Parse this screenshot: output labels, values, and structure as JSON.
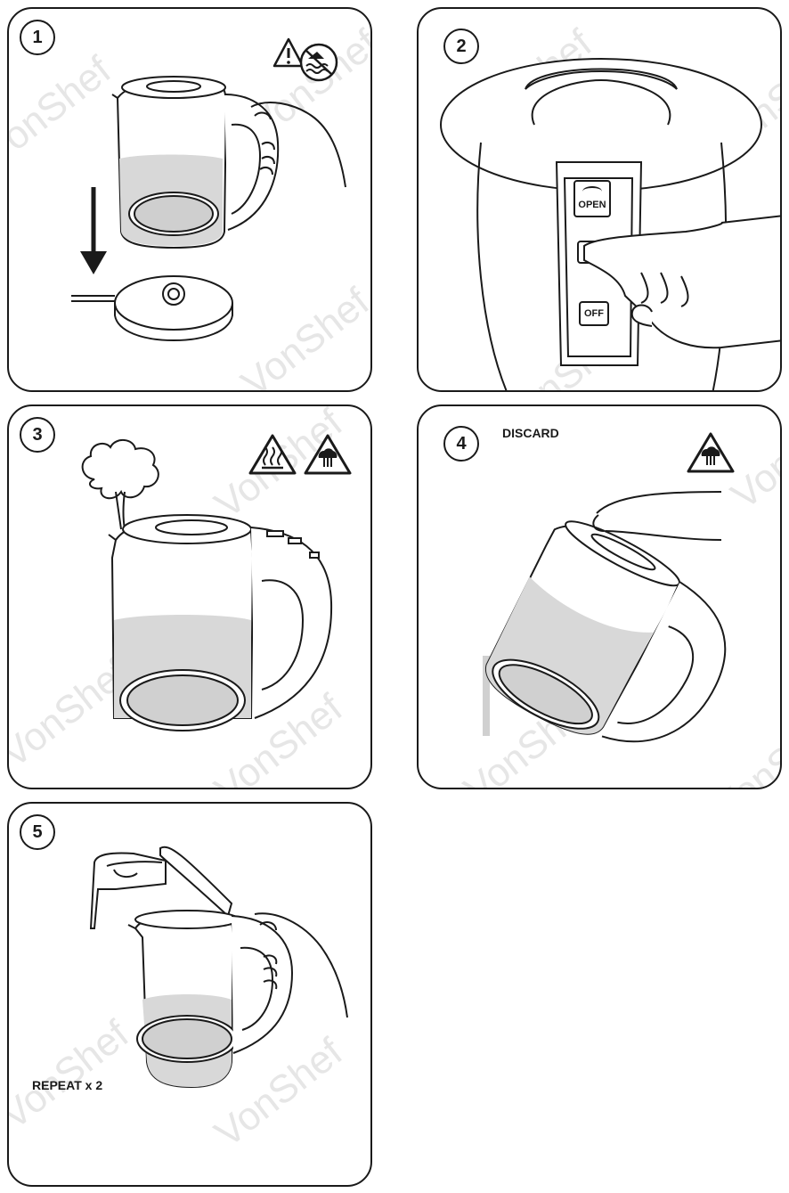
{
  "steps": [
    {
      "number": "1"
    },
    {
      "number": "2"
    },
    {
      "number": "3"
    },
    {
      "number": "4",
      "caption": "DISCARD"
    },
    {
      "number": "5",
      "caption": "REPEAT x 2"
    }
  ],
  "buttons": {
    "open": "OPEN",
    "off": "OFF"
  },
  "watermark": "VonShef",
  "colors": {
    "line": "#1a1a1a",
    "water": "#d4d4d4",
    "watermark": "#e6e6e6"
  },
  "icons": [
    "warning-no-immerse-icon",
    "hot-surface-warning-icon",
    "steam-warning-icon"
  ]
}
